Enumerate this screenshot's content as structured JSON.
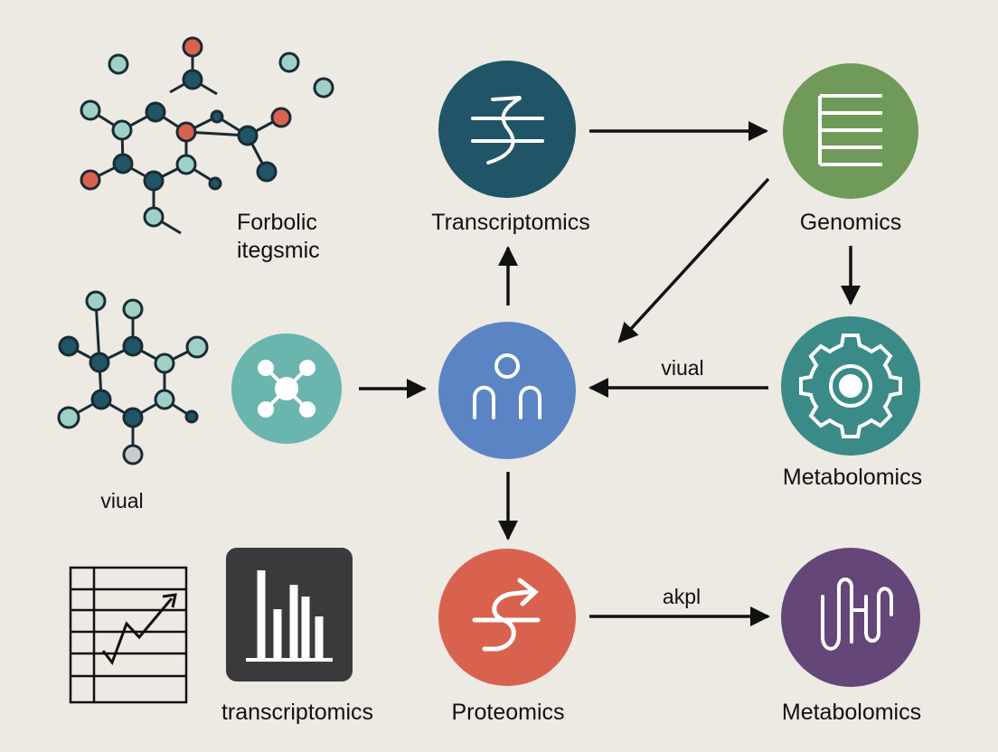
{
  "colors": {
    "background": "#ede9e3",
    "transcriptomics": "#1f5566",
    "genomics": "#6f9a5a",
    "center": "#5b84c4",
    "metabolomics_teal": "#3a8a88",
    "proteomics": "#d9624f",
    "metabolomics_purple": "#644679",
    "network_node": "#6ab5ae",
    "bar_chart_tile": "#3a3a3c",
    "atom_dark": "#1f5566",
    "atom_light": "#9fd0c8",
    "atom_red": "#d9624f",
    "arrow": "#111111"
  },
  "labels": {
    "molecule_top": "Forbolic\nitegsmic",
    "molecule_mid": "viual",
    "transcriptomics": "Transcriptomics",
    "genomics": "Genomics",
    "metabolomics_1": "Metabolomics",
    "proteomics": "Proteomics",
    "metabolomics_2": "Metabolomics",
    "bottom_chart": "transcriptomics",
    "edge_right": "viual",
    "edge_bottom": "akpl"
  },
  "icons": {
    "transcriptomics": "strand-icon",
    "genomics": "list-lines-icon",
    "center": "people-icon",
    "metabolomics_1": "gear-icon",
    "proteomics": "curved-arrow-icon",
    "metabolomics_2": "squiggle-icon",
    "network": "network-icon",
    "bar_chart": "bar-chart-icon",
    "line_chart": "line-chart-icon"
  }
}
